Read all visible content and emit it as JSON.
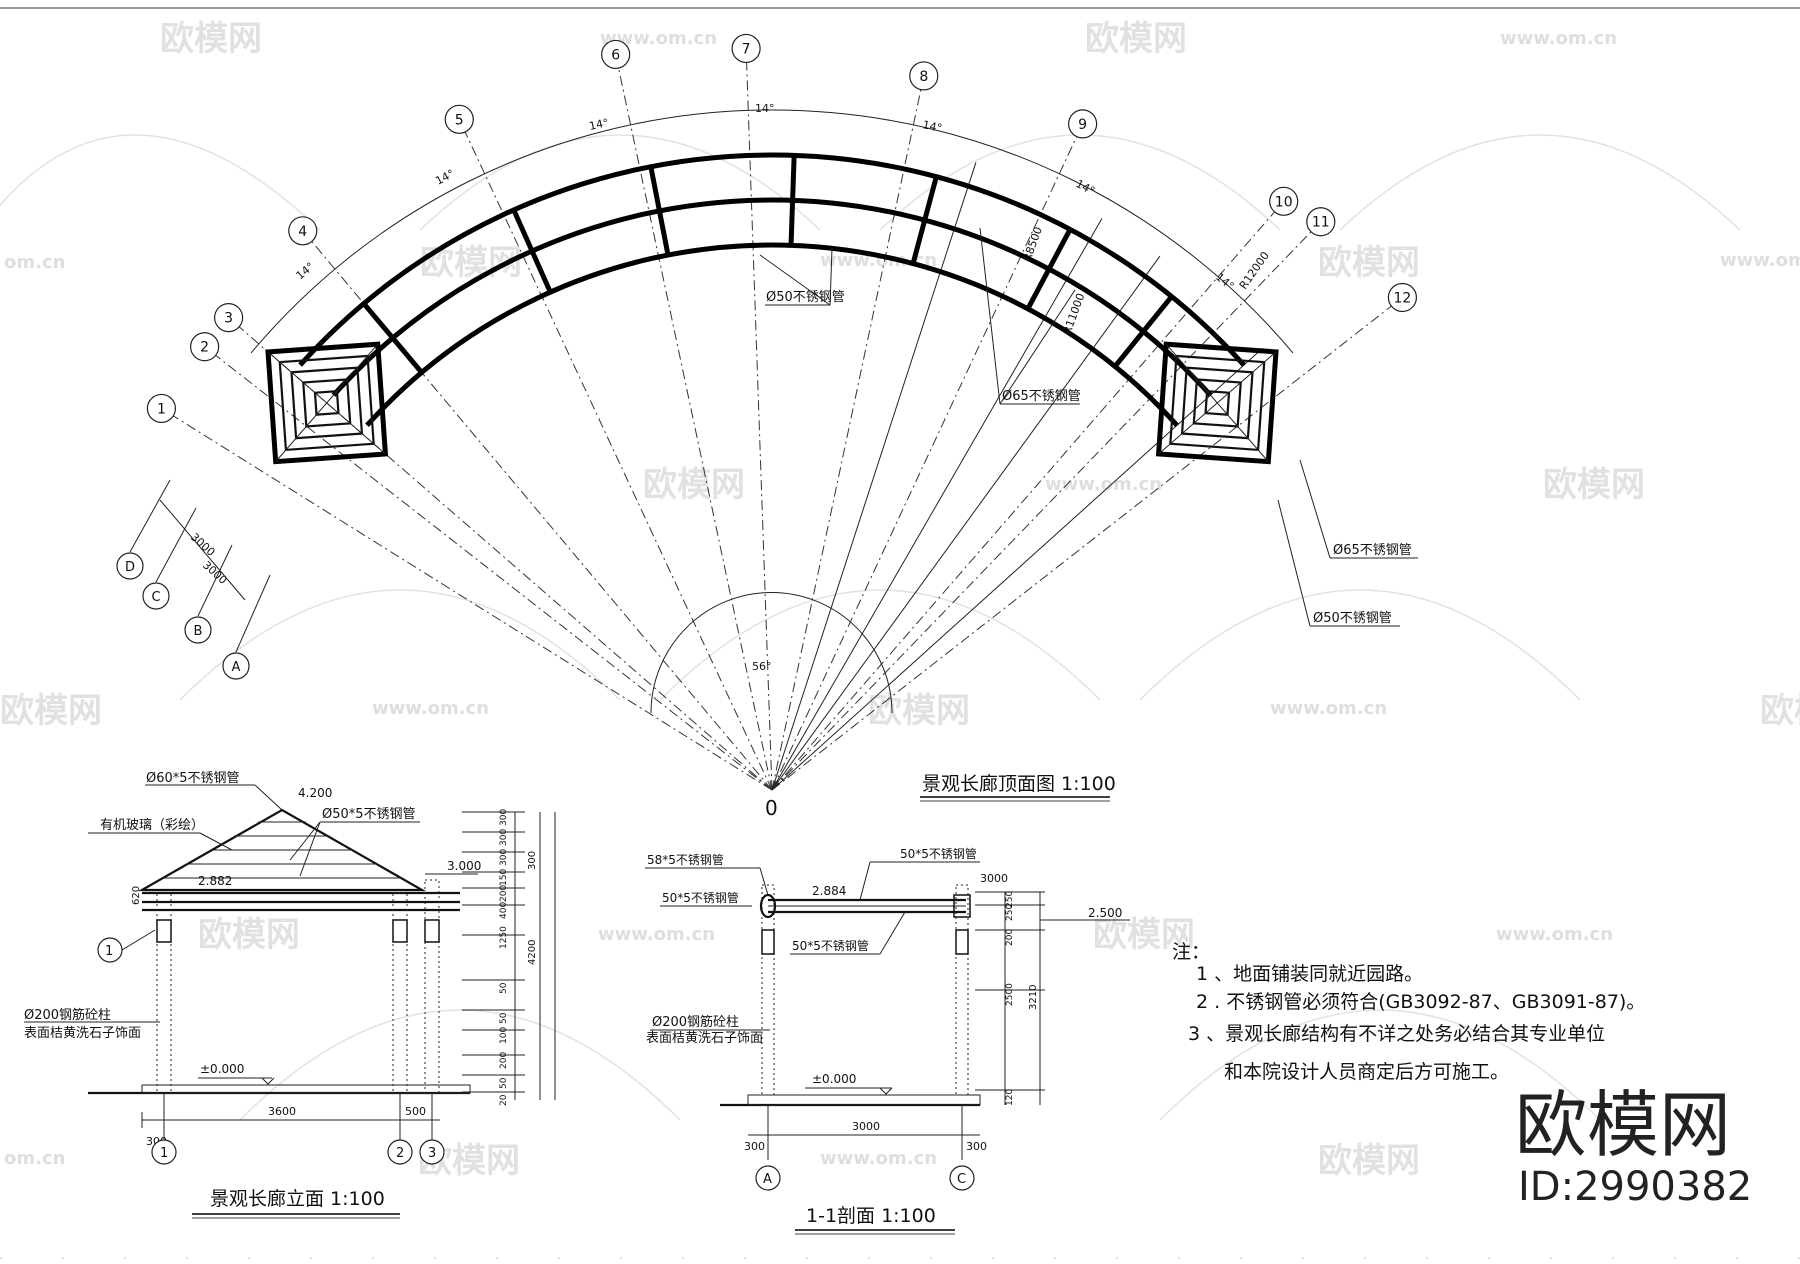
{
  "plan": {
    "title": "景观长廊顶面图 1:100",
    "center_label": "0",
    "axis_numbers": [
      "1",
      "2",
      "3",
      "4",
      "5",
      "6",
      "7",
      "8",
      "9",
      "10",
      "11",
      "12"
    ],
    "axis_letters": [
      "D",
      "C",
      "B",
      "A"
    ],
    "pipe_50": "Ø50不锈钢管",
    "pipe_65": "Ø65不锈钢管",
    "pipe_65_right": "Ø65不锈钢管",
    "pipe_50_right": "Ø50不锈钢管",
    "angle_segment": "14°",
    "angle_total": "56°",
    "radius_a": "R8500",
    "radius_b": "R11000",
    "radius_c": "R12000",
    "dim_3000": "3000",
    "dim_3000b": "3000"
  },
  "elevation": {
    "title": "景观长廊立面 1:100",
    "top_pipe": "Ø60*5不锈钢管",
    "glass": "有机玻璃（彩绘）",
    "rafter_pipe": "Ø50*5不锈钢管",
    "column": "Ø200钢筋砼柱",
    "column_finish": "表面桔黄洗石子饰面",
    "level_top": "4.200",
    "level_mid": "2.882",
    "level_side": "3.000",
    "level_ground": "±0.000",
    "span_main": "3600",
    "span_side": "500",
    "edge": "300",
    "axis_1": "1",
    "axis_2": "2",
    "axis_3": "3",
    "axis_bubble": "1",
    "vdims": [
      "300",
      "300",
      "300",
      "150",
      "200",
      "400",
      "1250",
      "50",
      "50",
      "100",
      "200",
      "50",
      "20"
    ],
    "vtotal": "300",
    "vtotal2": "4200",
    "side_dim": "620"
  },
  "section": {
    "title": "1-1剖面 1:100",
    "pipe_a": "58*5不锈钢管",
    "pipe_b": "50*5不锈钢管",
    "pipe_c": "50*5不锈钢管",
    "pipe_d": "50*5不锈钢管",
    "column": "Ø200钢筋砼柱",
    "column_finish": "表面桔黄洗石子饰面",
    "level_mid": "2.884",
    "level_top": "3000",
    "level_side": "2.500",
    "level_ground": "±0.000",
    "span": "3000",
    "edge_l": "300",
    "edge_r": "300",
    "axis_a": "A",
    "axis_c": "C",
    "vdims": [
      "250",
      "250",
      "200",
      "2500",
      "120"
    ],
    "vtotal": "3210"
  },
  "notes": {
    "head": "注：",
    "items": [
      "1 、地面铺装同就近园路。",
      "2 . 不锈钢管必须符合(GB3092-87、GB3091-87)。",
      "3 、景观长廊结构有不详之处务必结合其专业单位",
      "和本院设计人员商定后方可施工。"
    ]
  },
  "watermark": {
    "brand": "欧模网",
    "url": "www.om.cn",
    "url_fragment": "om.cn",
    "brand_fragment": "欧模网",
    "id": "ID:2990382"
  }
}
